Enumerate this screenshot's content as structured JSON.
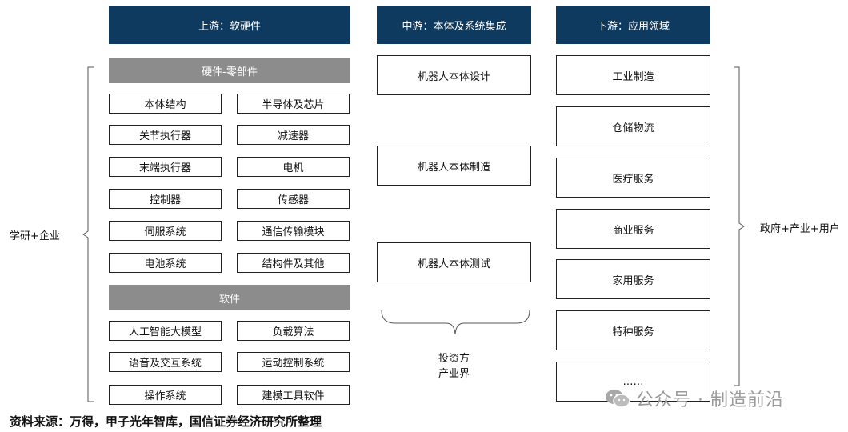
{
  "headers": {
    "upstream": "上游：软硬件",
    "midstream": "中游：本体及系统集成",
    "downstream": "下游：应用领域"
  },
  "upstream": {
    "hardware_title": "硬件-零部件",
    "hardware_items": [
      "本体结构",
      "半导体及芯片",
      "关节执行器",
      "减速器",
      "末端执行器",
      "电机",
      "控制器",
      "传感器",
      "伺服系统",
      "通信传输模块",
      "电池系统",
      "结构件及其他"
    ],
    "software_title": "软件",
    "software_items": [
      "人工智能大模型",
      "负载算法",
      "语音及交互系统",
      "运动控制系统",
      "操作系统",
      "建模工具软件"
    ]
  },
  "midstream": {
    "items": [
      "机器人本体设计",
      "机器人本体制造",
      "机器人本体测试"
    ],
    "brace_label_line1": "投资方",
    "brace_label_line2": "产业界"
  },
  "downstream": {
    "items": [
      "工业制造",
      "仓储物流",
      "医疗服务",
      "商业服务",
      "家用服务",
      "特种服务",
      "……"
    ]
  },
  "left_label": "学研+企业",
  "right_label": "政府+产业+用户",
  "source": "资料来源：万得，甲子光年智库，国信证券经济研究所整理",
  "watermark": {
    "text": "公众号 · 制造前沿",
    "icon": "wechat-icon"
  }
}
